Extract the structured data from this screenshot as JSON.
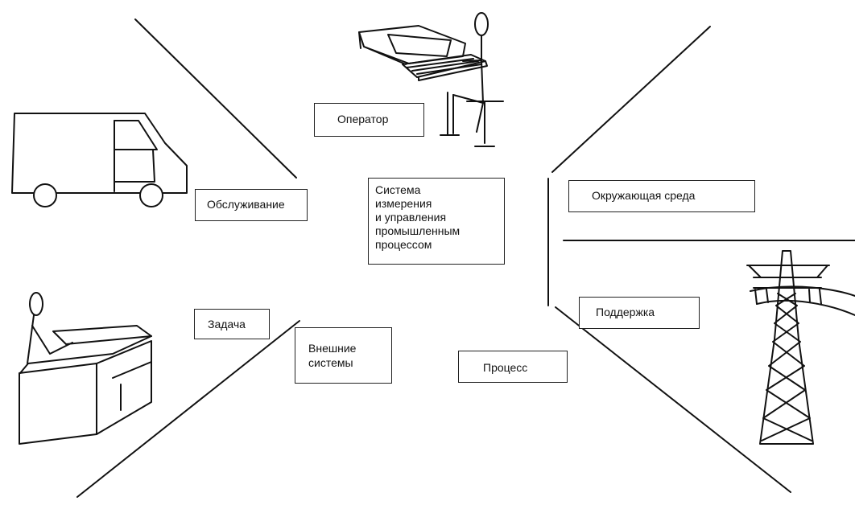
{
  "labels": {
    "center": "Система\nизмерения\nи управления\nпромышленным\nпроцессом",
    "operator": "Оператор",
    "service": "Обслуживание",
    "environment": "Окружающая среда",
    "support": "Поддержка",
    "task": "Задача",
    "external": "Внешние\nсистемы",
    "process": "Процесс"
  },
  "icons": {
    "operator": "operator-computer-icon",
    "service": "service-van-icon",
    "task": "worker-desk-icon",
    "support": "power-tower-icon"
  }
}
